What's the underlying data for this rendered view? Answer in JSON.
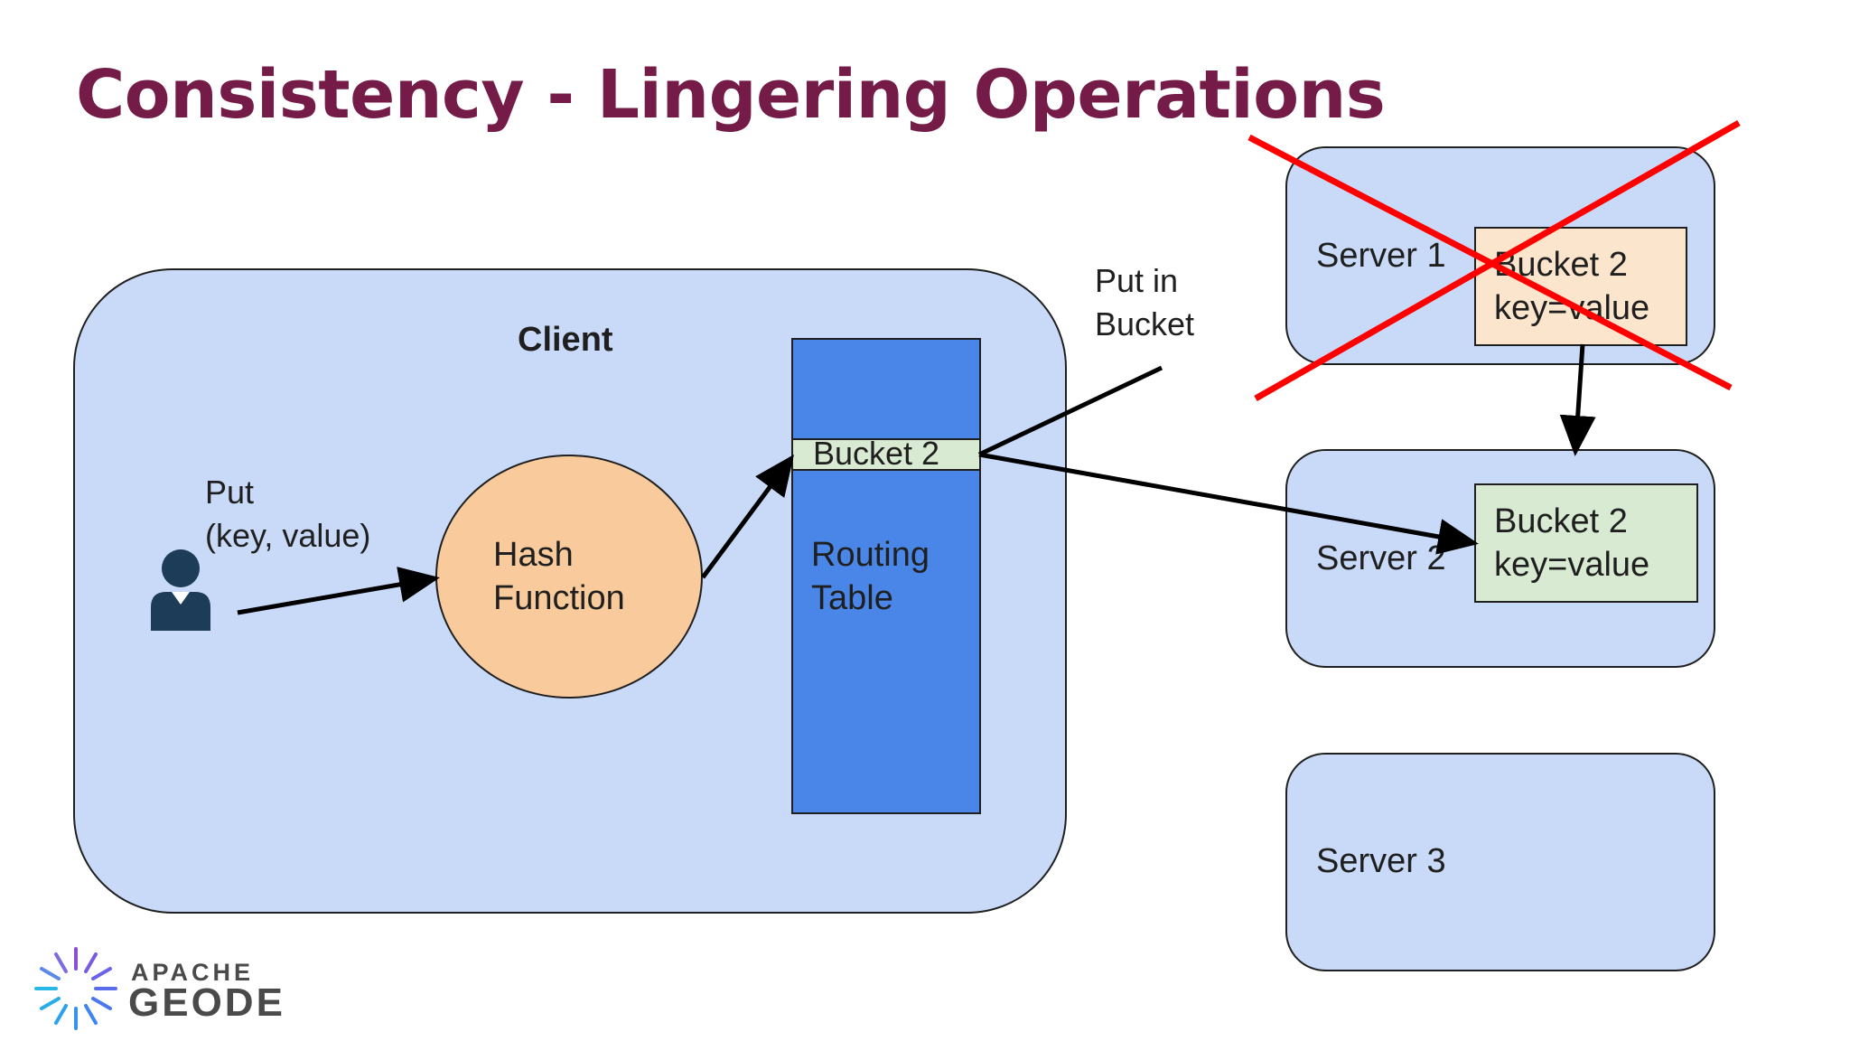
{
  "slide": {
    "title": "Consistency - Lingering Operations"
  },
  "client": {
    "label": "Client",
    "put_line_1": "Put",
    "put_line_2": "(key, value)",
    "hash_line_1": "Hash",
    "hash_line_2": "Function",
    "routing_line_1": "Routing",
    "routing_line_2": "Table",
    "routing_bucket": "Bucket 2"
  },
  "annotation": {
    "line_1": "Put in",
    "line_2": "Bucket"
  },
  "servers": [
    {
      "label": "Server 1",
      "bucket_name": "Bucket 2",
      "bucket_entry": "key=value",
      "state": "failed"
    },
    {
      "label": "Server 2",
      "bucket_name": "Bucket 2",
      "bucket_entry": "key=value",
      "state": "active"
    },
    {
      "label": "Server 3",
      "state": "active"
    }
  ],
  "logo": {
    "line_1": "APACHE",
    "line_2": "GEODE"
  },
  "icons": {
    "user": "user-icon",
    "failure": "red-x-icon",
    "logo": "apache-geode-logo-icon"
  },
  "colors": {
    "title": "#741b47",
    "client_bg": "#c9daf8",
    "hash_fill": "#f9cb9c",
    "routing_fill": "#4a86e8",
    "bucket_green": "#d9ead3",
    "bucket_peach": "#fce5cd",
    "failure_x": "#ff0000",
    "user_icon": "#1d3c57"
  }
}
